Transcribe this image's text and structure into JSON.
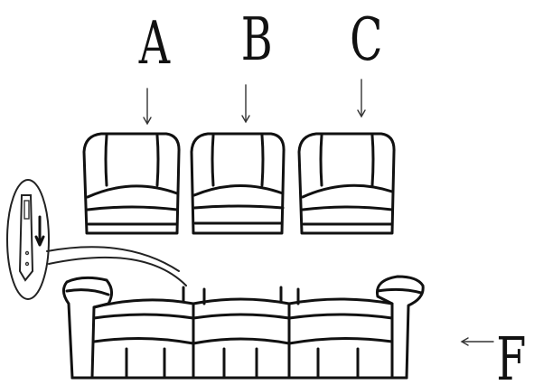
{
  "labels": {
    "a": "A",
    "b": "B",
    "c": "C",
    "f": "F"
  },
  "colors": {
    "line": "#111111",
    "background": "#ffffff"
  }
}
